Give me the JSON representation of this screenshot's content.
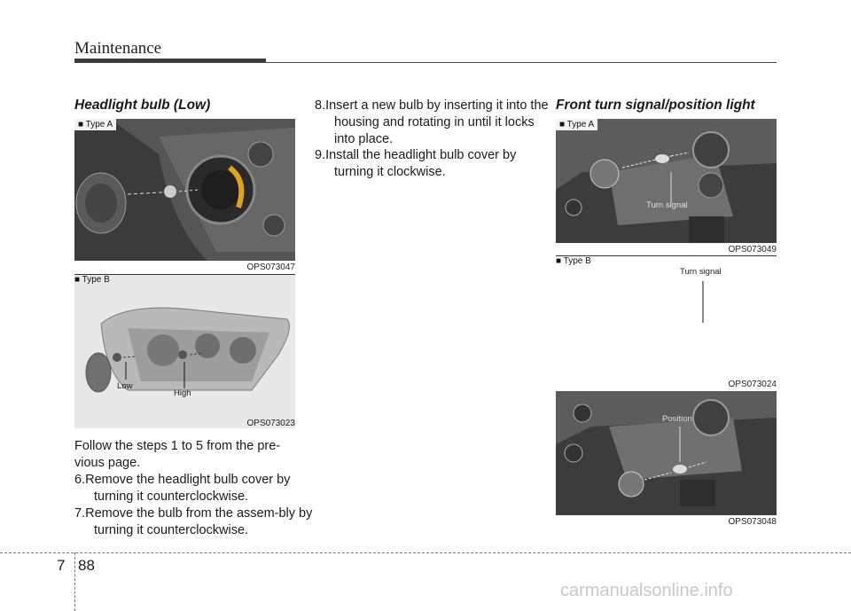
{
  "header": {
    "title": "Maintenance"
  },
  "left_column": {
    "heading": "Headlight bulb (Low)",
    "figure_a": {
      "type_label": "■ Type A",
      "code": "OPS073047"
    },
    "figure_b": {
      "type_label": "■ Type B",
      "code": "OPS073023",
      "callout_low": "Low",
      "callout_high": "High"
    },
    "intro": "Follow the steps 1 to 5 from the pre-vious page.",
    "steps": [
      "6.Remove the headlight bulb cover by turning it counterclockwise.",
      "7.Remove the bulb from the assem-bly by turning it counterclockwise."
    ]
  },
  "middle_column": {
    "steps": [
      "8.Insert a new bulb by inserting it into the housing and rotating in until it locks into place.",
      "9.Install the headlight bulb cover by turning it clockwise."
    ]
  },
  "right_column": {
    "heading": "Front turn signal/position light",
    "figure_a": {
      "type_label": "■ Type A",
      "code": "OPS073049",
      "callout": "Turn signal"
    },
    "figure_b": {
      "type_label": "■ Type B",
      "code": "OPS073024",
      "callout": "Turn signal"
    },
    "figure_c": {
      "code": "OPS073048",
      "callout": "Position"
    }
  },
  "footer": {
    "section": "7",
    "page": "88",
    "watermark": "carmanualsonline.info"
  }
}
